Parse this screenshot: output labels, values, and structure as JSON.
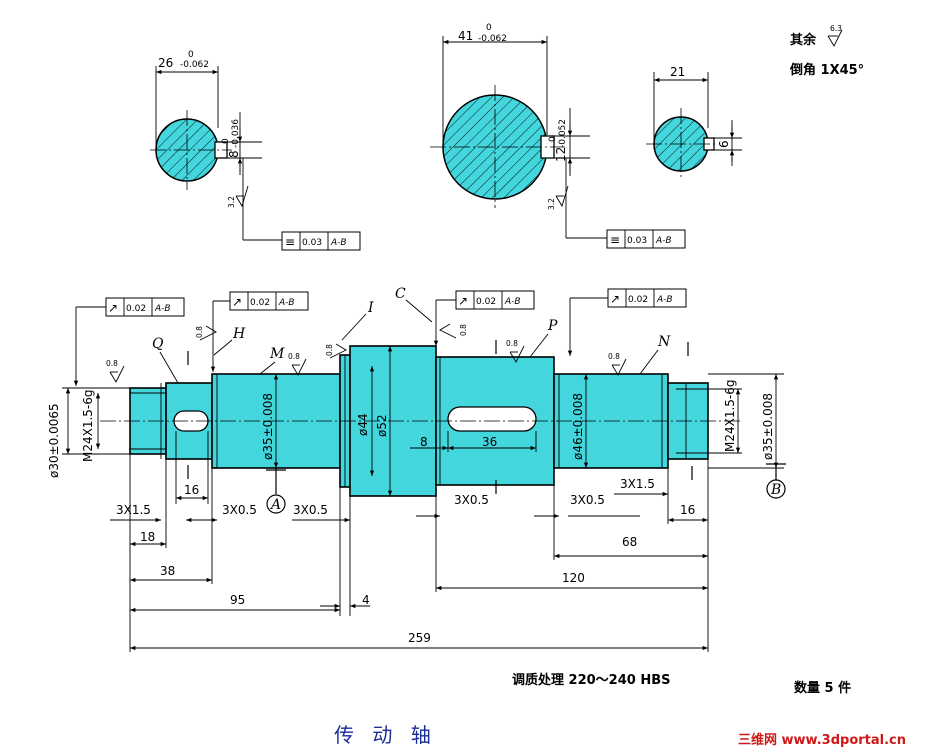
{
  "drawing": {
    "title": "传 动 轴",
    "notes": {
      "remaining_prefix": "其余",
      "remaining_roughness": "6.3",
      "chamfer": "倒角 1X45°",
      "heat_treatment": "调质处理 220～240 HBS",
      "quantity": "数量 5 件"
    },
    "sections": {
      "left": {
        "width": "26",
        "width_upper": "0",
        "width_lower": "-0.062",
        "key": "8",
        "key_upper": "0",
        "key_lower": "-0.036",
        "roughness": "3.2",
        "tolerance": {
          "sym": "≡",
          "value": "0.03",
          "datum": "A-B"
        }
      },
      "middle": {
        "width": "41",
        "width_upper": "0",
        "width_lower": "-0.062",
        "key": "12",
        "key_upper": "0",
        "key_lower": "-0.052",
        "roughness": "3.2",
        "tolerance": {
          "sym": "≡",
          "value": "0.03",
          "datum": "A-B"
        }
      },
      "right": {
        "width": "21",
        "key": "6"
      }
    },
    "runout": {
      "sym": "↗",
      "value": "0.02",
      "datum": "A-B"
    },
    "roughness_08": "0.8",
    "surface_labels": {
      "Q": "Q",
      "H": "H",
      "M": "M",
      "I": "I",
      "C": "C",
      "P": "P",
      "N": "N"
    },
    "datums": {
      "A": "A",
      "B": "B"
    },
    "diameters": {
      "d30": "ø30±0.0065",
      "thread_left": "M24X1.5-6g",
      "d35_left": "ø35±0.008",
      "d44": "ø44",
      "d52": "ø52",
      "d46": "ø46±0.008",
      "thread_right": "M24X1.5-6g",
      "d35_right": "ø35±0.008"
    },
    "lengths": {
      "l16a": "16",
      "l3x15a": "3X1.5",
      "l3x05a": "3X0.5",
      "l3x05b": "3X0.5",
      "l18": "18",
      "l38": "38",
      "l95": "95",
      "l4": "4",
      "l259": "259",
      "l8": "8",
      "l36": "36",
      "l3x05c": "3X0.5",
      "l3x05d": "3X0.5",
      "l3x15b": "3X1.5",
      "l16b": "16",
      "l68": "68",
      "l120": "120"
    },
    "watermark": "三维网 www.3dportal.cn"
  }
}
